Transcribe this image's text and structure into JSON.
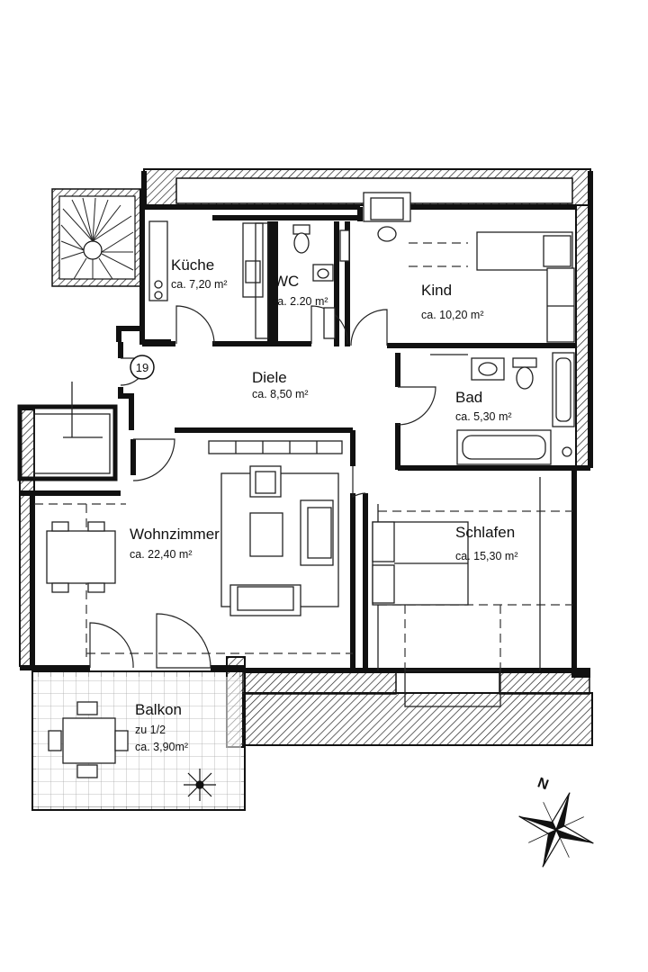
{
  "rooms": {
    "kueche": {
      "name": "Küche",
      "area": "ca. 7,20 m²"
    },
    "wc": {
      "name": "WC",
      "area": "ca. 2.20 m²"
    },
    "kind": {
      "name": "Kind",
      "area": "ca. 10,20 m²"
    },
    "diele": {
      "name": "Diele",
      "area": "ca. 8,50 m²"
    },
    "bad": {
      "name": "Bad",
      "area": "ca. 5,30 m²"
    },
    "wohnzimmer": {
      "name": "Wohnzimmer",
      "area": "ca. 22,40 m²"
    },
    "schlafen": {
      "name": "Schlafen",
      "area": "ca. 15,30 m²"
    },
    "balkon": {
      "name": "Balkon",
      "share": "zu 1/2",
      "area": "ca. 3,90m²"
    }
  },
  "entrance_number": "19",
  "compass": {
    "north_label": "N"
  },
  "colors": {
    "line": "#111111",
    "background": "#ffffff"
  }
}
